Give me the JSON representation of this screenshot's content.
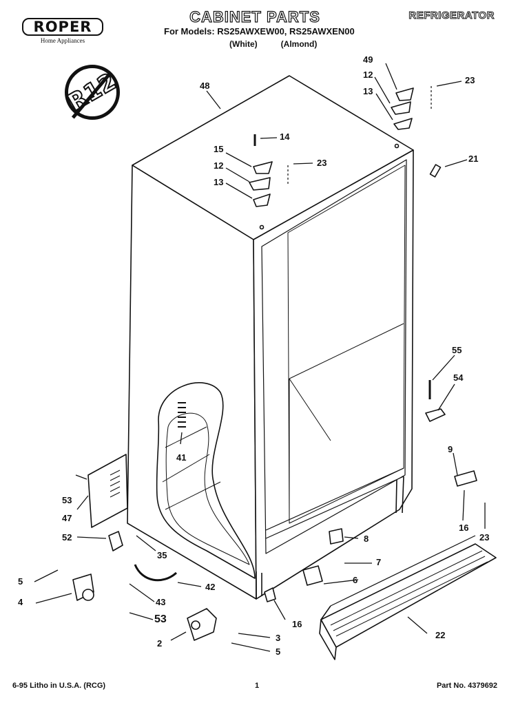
{
  "header": {
    "brand": "ROPER",
    "brand_sub": "Home Appliances",
    "title": "CABINET PARTS",
    "models": "For Models: RS25AWXEW00, RS25AWXEN00",
    "color_white": "(White)",
    "color_almond": "(Almond)",
    "category": "REFRIGERATOR",
    "badge": "R12"
  },
  "callouts": {
    "c48": "48",
    "c49": "49",
    "c12a": "12",
    "c13a": "13",
    "c23a": "23",
    "c14": "14",
    "c15": "15",
    "c12b": "12",
    "c13b": "13",
    "c23b": "23",
    "c21": "21",
    "c41": "41",
    "c55": "55",
    "c54": "54",
    "c9": "9",
    "c53a": "53",
    "c47": "47",
    "c52": "52",
    "c35": "35",
    "c16a": "16",
    "c23c": "23",
    "c8": "8",
    "c7": "7",
    "c6": "6",
    "c5a": "5",
    "c4": "4",
    "c42": "42",
    "c43": "43",
    "c53b": "53",
    "c16b": "16",
    "c22": "22",
    "c3": "3",
    "c2": "2",
    "c5b": "5"
  },
  "footer": {
    "left": "6-95 Litho in U.S.A. (RCG)",
    "center": "1",
    "right": "Part No. 4379692"
  }
}
